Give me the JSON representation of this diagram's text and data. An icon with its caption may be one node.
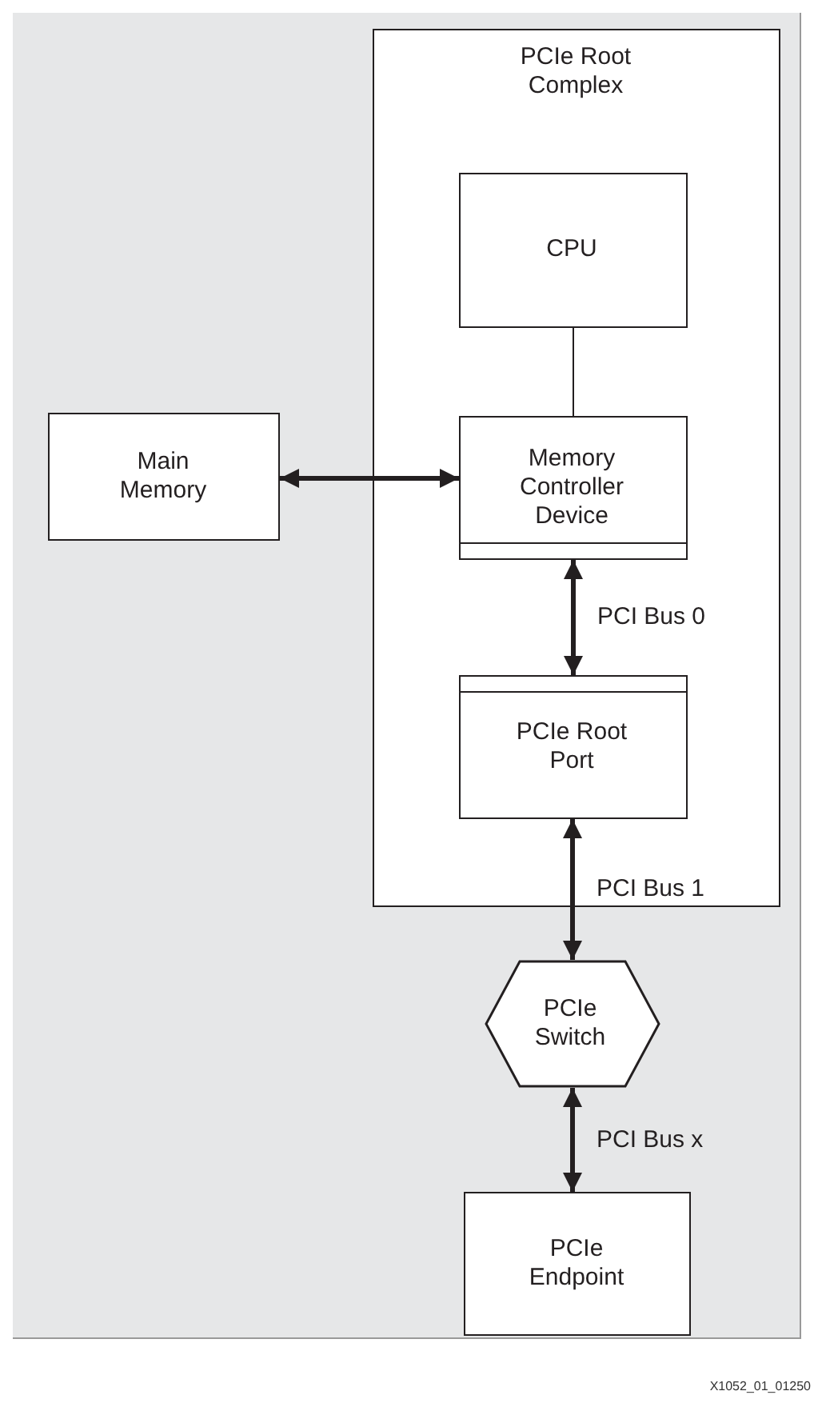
{
  "diagram": {
    "nodes": [
      {
        "text": [
          "PCIe Root Complex"
        ]
      },
      {
        "text": [
          "CPU"
        ],
        "in": 0
      },
      {
        "text": [
          "Memory Controller Device"
        ],
        "in": 0
      },
      {
        "text": [
          "PCIe Root Port"
        ],
        "in": 0
      },
      {
        "text": [
          "Main Memory"
        ]
      },
      {
        "text": [
          "PCIe Switch"
        ]
      },
      {
        "text": [
          "PCIe Endpoint"
        ]
      }
    ],
    "edges": [
      {
        "from": 1,
        "to": 2,
        "arrow": "none"
      },
      {
        "from": 4,
        "to": 2,
        "arrow": "both"
      },
      {
        "from": 2,
        "to": 3,
        "arrow": "both",
        "label": "PCI Bus 0"
      },
      {
        "from": 3,
        "to": 5,
        "arrow": "both",
        "label": "PCI Bus 1"
      },
      {
        "from": 5,
        "to": 6,
        "arrow": "both",
        "label": "PCI Bus x"
      }
    ],
    "labels": [
      "X1052_01_01250"
    ]
  }
}
